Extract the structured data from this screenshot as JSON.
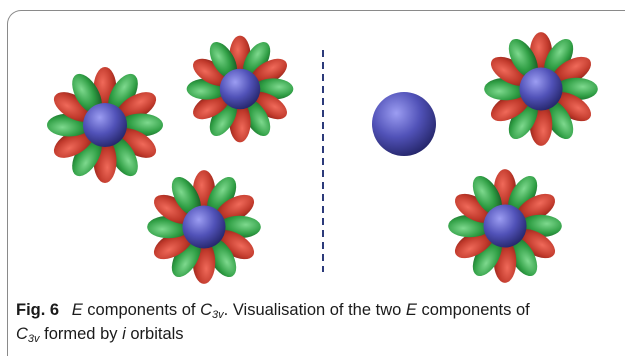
{
  "caption": {
    "fig_label": "Fig. 6",
    "title_E": "E",
    "title_mid": " components of ",
    "title_C": "C",
    "title_sub": "3v",
    "title_end": ".",
    "desc_start": " Visualisation of the two ",
    "desc_E": "E",
    "desc_mid": " components of ",
    "desc_C": "C",
    "desc_sub": "3v",
    "desc_tail": " formed by ",
    "desc_i": "i",
    "desc_end": " orbitals"
  },
  "colors": {
    "red_lobe": "#c0392b",
    "green_lobe": "#2f9e44",
    "blue_sphere": "#4b4ca8",
    "divider": "#2c3a7a"
  }
}
